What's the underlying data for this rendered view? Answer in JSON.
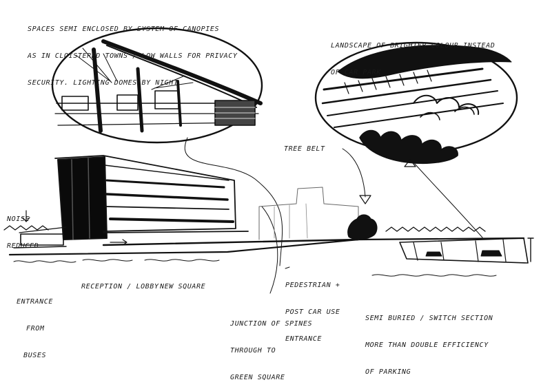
{
  "notes": {
    "canopy_lines": [
      "SPACES SEMI ENCLOSED BY SYSTEM OF CANOPIES",
      "AS IN CLOISTERED TOWNS / LOW WALLS FOR PRIVACY",
      "SECURITY. LIGHTING DOMES BY NIGHT"
    ],
    "landscape_lines": [
      "LANDSCAPE OF BRIGHTER COLOUR INSTEAD",
      "OF CAR PARK"
    ],
    "tree_belt": "TREE BELT",
    "noise_lines": [
      "NOISE",
      "REDUCED"
    ],
    "entrance_buses_lines": [
      "ENTRANCE",
      "FROM",
      "BUSES"
    ],
    "reception": "RECEPTION / LOBBY",
    "new_square": "NEW SQUARE",
    "pedestrian_lines": [
      "PEDESTRIAN +",
      "POST CAR USE",
      "ENTRANCE"
    ],
    "junction_lines": [
      "JUNCTION OF SPINES",
      "THROUGH TO",
      "GREEN SQUARE"
    ],
    "semi_buried_lines": [
      "SEMI BURIED / SWITCH SECTION",
      "MORE THAN DOUBLE EFFICIENCY",
      "OF PARKING"
    ]
  }
}
